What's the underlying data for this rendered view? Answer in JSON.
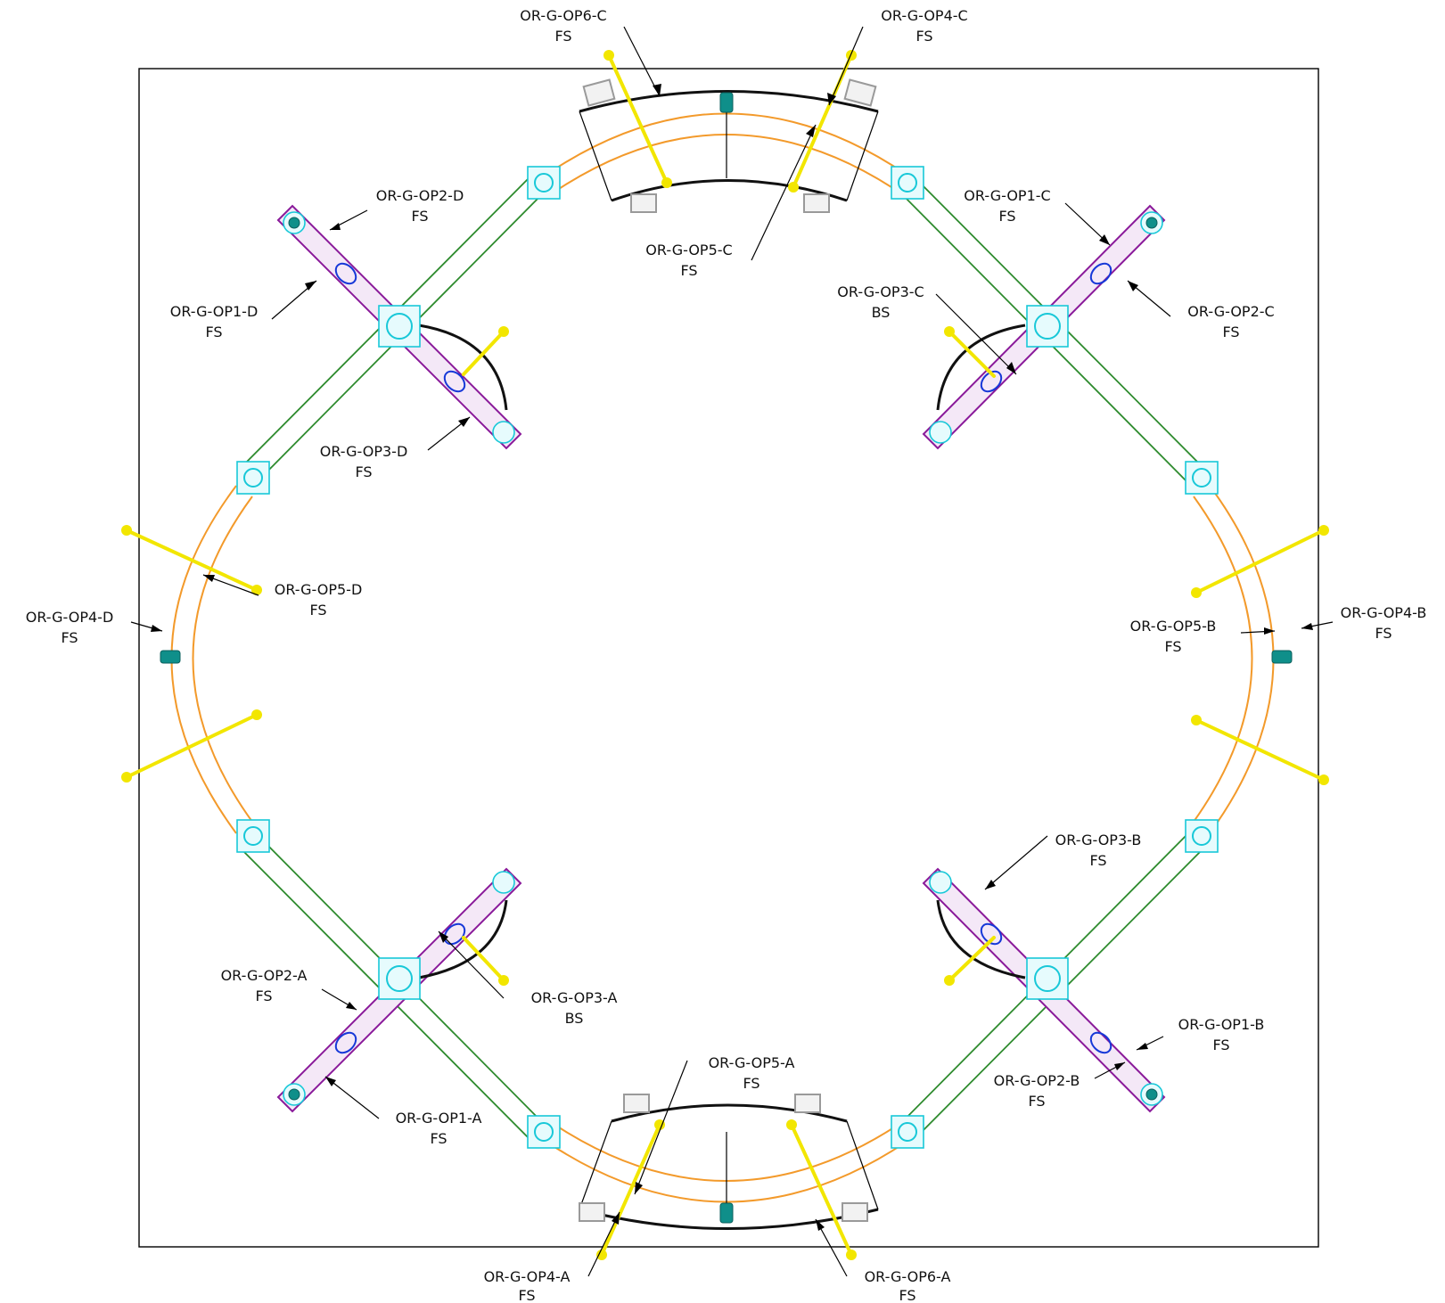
{
  "callouts": {
    "op6c": {
      "id": "OR-G-OP6-C",
      "face": "FS"
    },
    "op4c": {
      "id": "OR-G-OP4-C",
      "face": "FS"
    },
    "op2d": {
      "id": "OR-G-OP2-D",
      "face": "FS"
    },
    "op1d": {
      "id": "OR-G-OP1-D",
      "face": "FS"
    },
    "op5c": {
      "id": "OR-G-OP5-C",
      "face": "FS"
    },
    "op1c": {
      "id": "OR-G-OP1-C",
      "face": "FS"
    },
    "op3c": {
      "id": "OR-G-OP3-C",
      "face": "BS"
    },
    "op2c": {
      "id": "OR-G-OP2-C",
      "face": "FS"
    },
    "op3d": {
      "id": "OR-G-OP3-D",
      "face": "FS"
    },
    "op5d": {
      "id": "OR-G-OP5-D",
      "face": "FS"
    },
    "op4d": {
      "id": "OR-G-OP4-D",
      "face": "FS"
    },
    "op5b": {
      "id": "OR-G-OP5-B",
      "face": "FS"
    },
    "op4b": {
      "id": "OR-G-OP4-B",
      "face": "FS"
    },
    "op3b": {
      "id": "OR-G-OP3-B",
      "face": "FS"
    },
    "op2a": {
      "id": "OR-G-OP2-A",
      "face": "FS"
    },
    "op3a": {
      "id": "OR-G-OP3-A",
      "face": "BS"
    },
    "op1b": {
      "id": "OR-G-OP1-B",
      "face": "FS"
    },
    "op5a": {
      "id": "OR-G-OP5-A",
      "face": "FS"
    },
    "op2b": {
      "id": "OR-G-OP2-B",
      "face": "FS"
    },
    "op1a": {
      "id": "OR-G-OP1-A",
      "face": "FS"
    },
    "op4a": {
      "id": "OR-G-OP4-A",
      "face": "FS"
    },
    "op6a": {
      "id": "OR-G-OP6-A",
      "face": "FS"
    }
  },
  "colors": {
    "curved_rail": "#f39a2b",
    "straight_rail": "#2e8b2e",
    "crossing_truss": "#8a1a9a",
    "hub": "#18c8d8",
    "yellow_stick": "#f2e600",
    "gray_bracket": "#9a9a9a",
    "teal_marker": "#0f8f8a",
    "leader_line": "#000000"
  }
}
